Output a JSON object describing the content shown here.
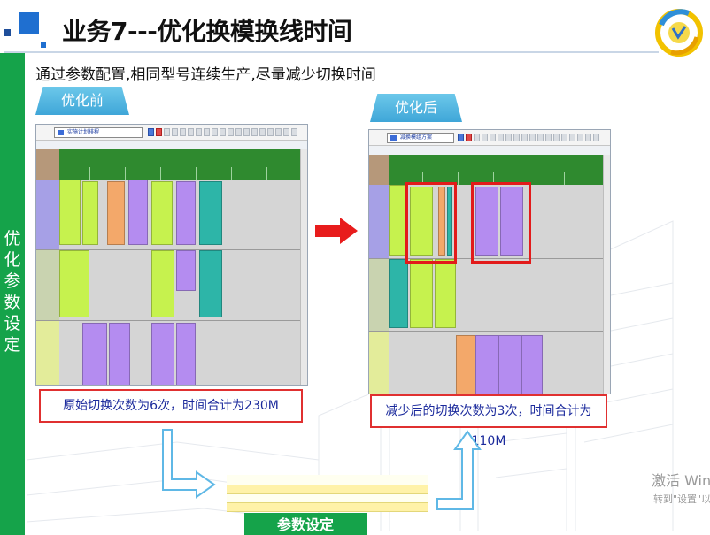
{
  "header": {
    "title": "业务7---优化换模换线时间",
    "subtitle": "通过参数配置,相同型号连续生产,尽量减少切换时间"
  },
  "sidebar": {
    "label": "优化参数设定"
  },
  "panels": {
    "before": {
      "tab_label": "优化前",
      "toolbar_select": "实施计划排程",
      "summary": "原始切换次数为6次，时间合计为230M"
    },
    "after": {
      "tab_label": "优化后",
      "toolbar_select": "减换模组方案",
      "summary": "减少后的切换次数为3次，时间合计为110M"
    }
  },
  "param_tab": {
    "label": "参数设定"
  },
  "activation": {
    "line1": "激活 Win",
    "line2": "转到\"设置\"以"
  },
  "colors": {
    "accent_green": "#15a34a",
    "tab_blue": "#3fa6d8",
    "highlight_red": "#e21b1b",
    "bar_yellowgreen": "#c6f24e",
    "bar_purple": "#b48cf0",
    "bar_orange": "#f3a86a",
    "bar_teal": "#2db5a8"
  }
}
